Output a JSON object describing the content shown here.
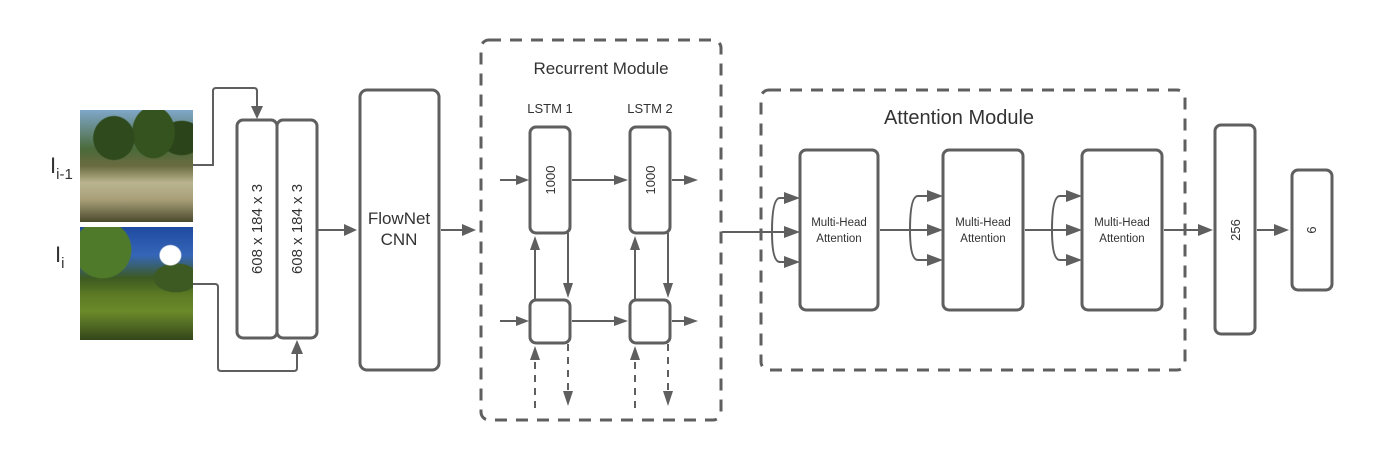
{
  "inputs": [
    {
      "label_base": "I",
      "label_sub": "i-1",
      "scene": "forest-meadow-path"
    },
    {
      "label_base": "I",
      "label_sub": "i",
      "scene": "forest-grass-hill"
    }
  ],
  "stack": {
    "labels": [
      "608 x 184 x 3",
      "608 x 184 x 3"
    ]
  },
  "flownet": {
    "line1": "FlowNet",
    "line2": "CNN"
  },
  "recurrent": {
    "title": "Recurrent Module",
    "lstms": [
      {
        "title": "LSTM 1",
        "units": "1000"
      },
      {
        "title": "LSTM 2",
        "units": "1000"
      }
    ]
  },
  "attention": {
    "title": "Attention Module",
    "blocks": [
      {
        "line1": "Multi-Head",
        "line2": "Attention"
      },
      {
        "line1": "Multi-Head",
        "line2": "Attention"
      },
      {
        "line1": "Multi-Head",
        "line2": "Attention"
      }
    ]
  },
  "fc": [
    {
      "units": "256"
    },
    {
      "units": "6"
    }
  ]
}
